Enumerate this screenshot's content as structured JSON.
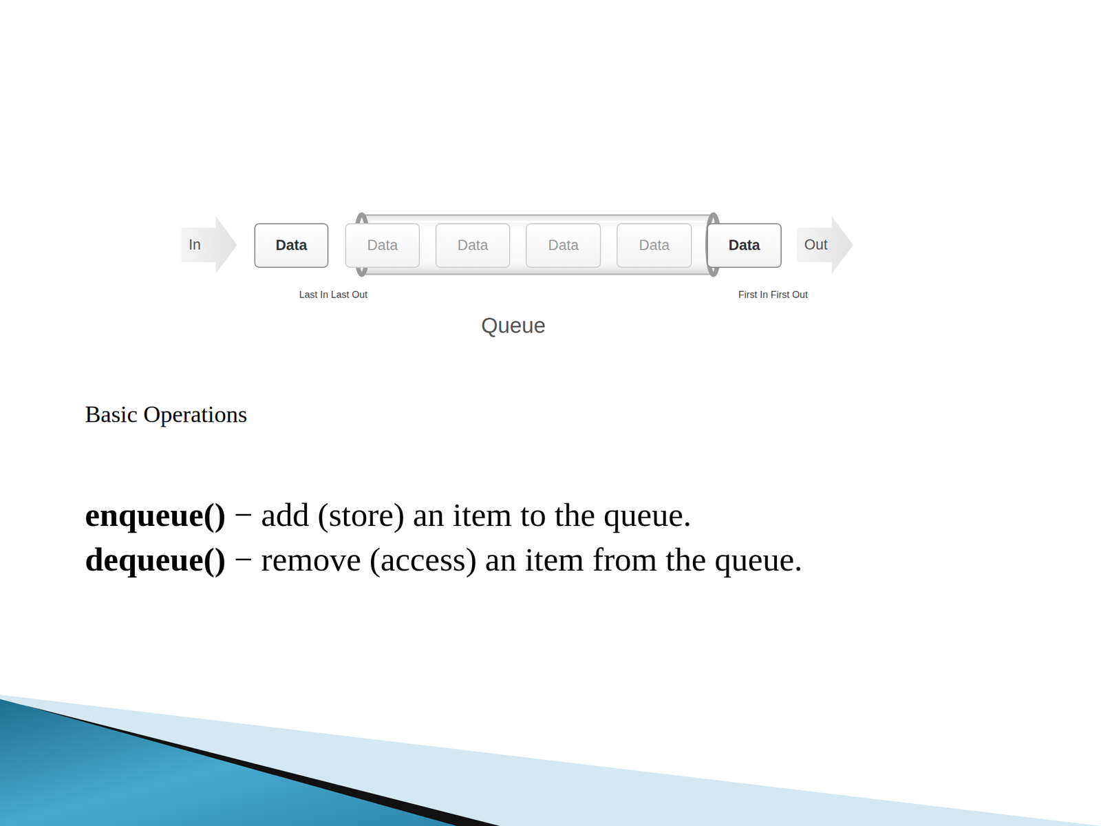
{
  "diagram": {
    "caption": "Queue",
    "nodes": [
      {
        "text": [
          "In"
        ]
      },
      {
        "text": [
          "Data"
        ]
      },
      {
        "text": [
          "Data"
        ]
      },
      {
        "text": [
          "Data"
        ]
      },
      {
        "text": [
          "Data"
        ]
      },
      {
        "text": [
          "Data"
        ]
      },
      {
        "text": [
          "Data"
        ]
      },
      {
        "text": [
          "Out"
        ]
      }
    ],
    "labels": [
      "Last In Last Out",
      "First In First Out",
      "Basic Operations",
      "enqueue()",
      "− add (store) an item to the queue.",
      "dequeue()",
      "− remove (access) an item from the queue."
    ]
  }
}
